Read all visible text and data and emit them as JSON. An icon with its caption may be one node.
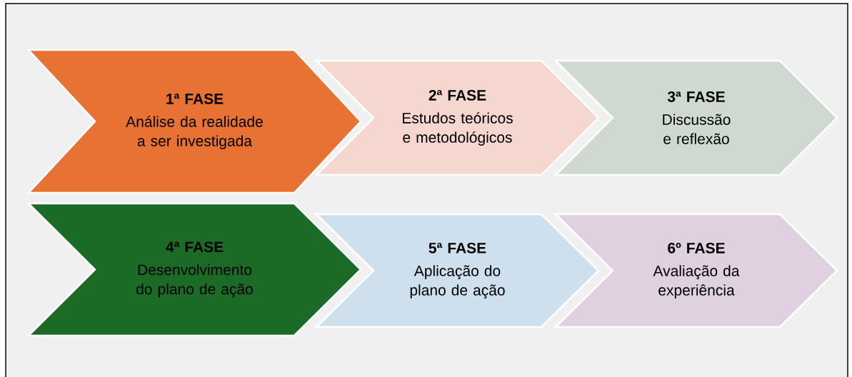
{
  "diagram": {
    "nodes": [
      {
        "text": [
          "1ª FASE",
          "Análise da realidade a ser investigada"
        ]
      },
      {
        "text": [
          "2ª FASE",
          "Estudos teóricos e metodológicos"
        ]
      },
      {
        "text": [
          "3ª FASE",
          "Discussão e reflexão"
        ]
      },
      {
        "text": [
          "4ª FASE",
          "Desenvolvimento do plano de ação"
        ]
      },
      {
        "text": [
          "5ª FASE",
          "Aplicação do plano de ação"
        ]
      },
      {
        "text": [
          "6º FASE",
          "Avaliação da experiência"
        ]
      }
    ]
  }
}
